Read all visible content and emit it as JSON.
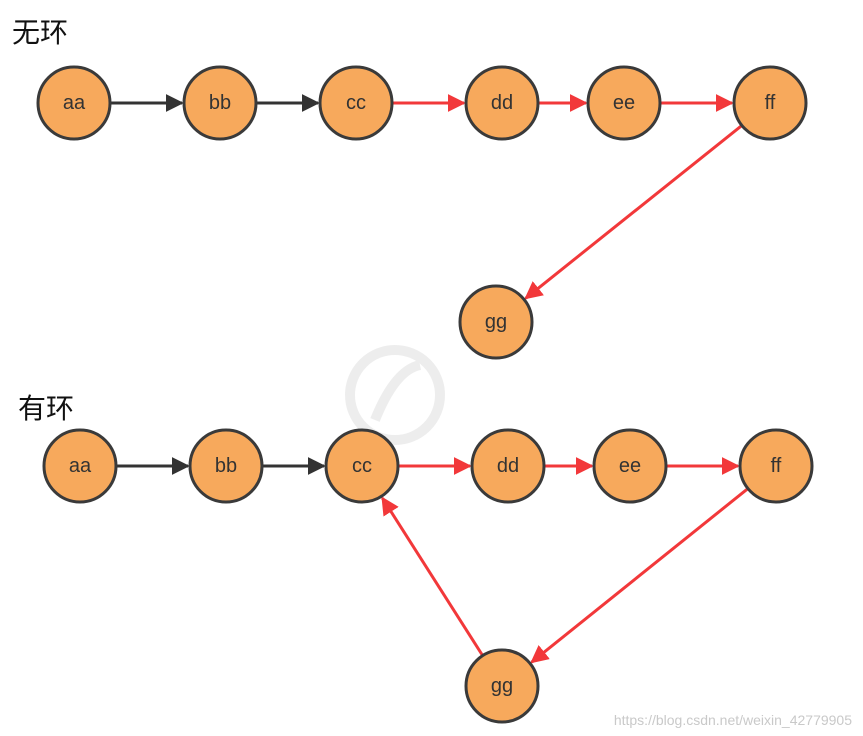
{
  "colors": {
    "node_fill": "#f7a95c",
    "node_stroke": "#3a3a3a",
    "edge_black": "#333333",
    "edge_red": "#f2383a"
  },
  "diagrams": [
    {
      "id": "acyclic",
      "title": "无环",
      "nodes": [
        {
          "id": "aa",
          "label": "aa"
        },
        {
          "id": "bb",
          "label": "bb"
        },
        {
          "id": "cc",
          "label": "cc"
        },
        {
          "id": "dd",
          "label": "dd"
        },
        {
          "id": "ee",
          "label": "ee"
        },
        {
          "id": "ff",
          "label": "ff"
        },
        {
          "id": "gg",
          "label": "gg"
        }
      ],
      "edges": [
        {
          "from": "aa",
          "to": "bb",
          "color": "black"
        },
        {
          "from": "bb",
          "to": "cc",
          "color": "black"
        },
        {
          "from": "cc",
          "to": "dd",
          "color": "red"
        },
        {
          "from": "dd",
          "to": "ee",
          "color": "red"
        },
        {
          "from": "ee",
          "to": "ff",
          "color": "red"
        },
        {
          "from": "ff",
          "to": "gg",
          "color": "red"
        }
      ]
    },
    {
      "id": "cyclic",
      "title": "有环",
      "nodes": [
        {
          "id": "aa",
          "label": "aa"
        },
        {
          "id": "bb",
          "label": "bb"
        },
        {
          "id": "cc",
          "label": "cc"
        },
        {
          "id": "dd",
          "label": "dd"
        },
        {
          "id": "ee",
          "label": "ee"
        },
        {
          "id": "ff",
          "label": "ff"
        },
        {
          "id": "gg",
          "label": "gg"
        }
      ],
      "edges": [
        {
          "from": "aa",
          "to": "bb",
          "color": "black"
        },
        {
          "from": "bb",
          "to": "cc",
          "color": "black"
        },
        {
          "from": "cc",
          "to": "dd",
          "color": "red"
        },
        {
          "from": "dd",
          "to": "ee",
          "color": "red"
        },
        {
          "from": "ee",
          "to": "ff",
          "color": "red"
        },
        {
          "from": "ff",
          "to": "gg",
          "color": "red"
        },
        {
          "from": "gg",
          "to": "cc",
          "color": "red"
        }
      ]
    }
  ],
  "watermark": "https://blog.csdn.net/weixin_42779905"
}
